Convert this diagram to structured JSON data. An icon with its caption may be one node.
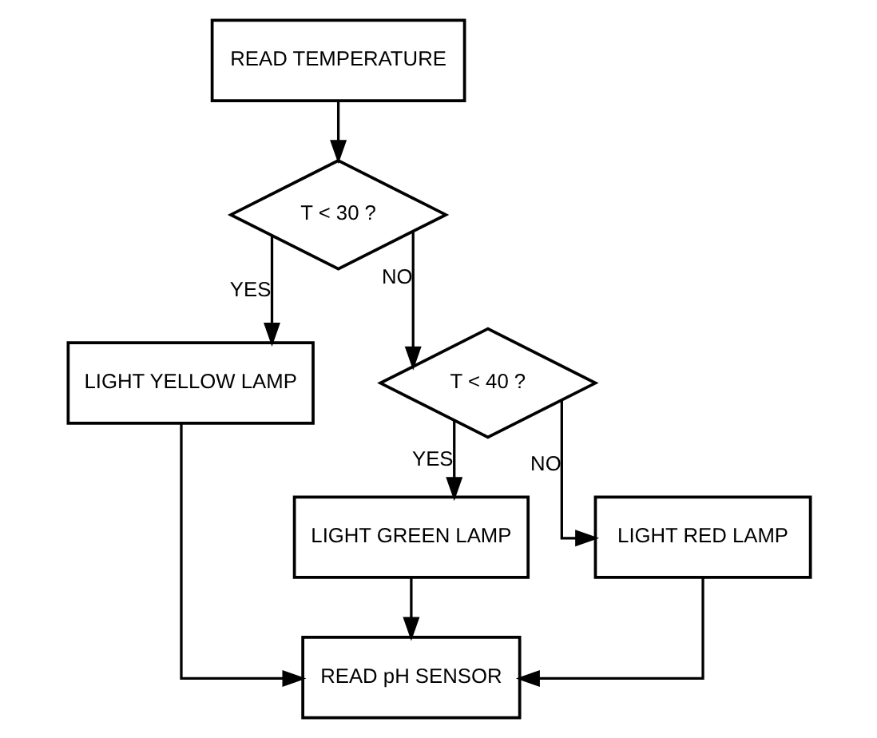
{
  "diagram": {
    "nodes": [
      {
        "text": [
          "READ TEMPERATURE"
        ]
      },
      {
        "text": [
          "T < 30 ?"
        ]
      },
      {
        "text": [
          "LIGHT YELLOW LAMP"
        ]
      },
      {
        "text": [
          "T < 40 ?"
        ]
      },
      {
        "text": [
          "LIGHT GREEN LAMP"
        ]
      },
      {
        "text": [
          "LIGHT RED LAMP"
        ]
      },
      {
        "text": [
          "READ pH SENSOR"
        ]
      }
    ],
    "edges": [
      {
        "from": 0,
        "to": 1,
        "arrow": "to"
      },
      {
        "from": 1,
        "to": 2,
        "arrow": "to",
        "label": "YES"
      },
      {
        "from": 1,
        "to": 3,
        "arrow": "to",
        "label": "NO"
      },
      {
        "from": 3,
        "to": 4,
        "arrow": "to",
        "label": "YES"
      },
      {
        "from": 3,
        "to": 5,
        "arrow": "to",
        "label": "NO"
      },
      {
        "from": 2,
        "to": 6,
        "arrow": "to"
      },
      {
        "from": 4,
        "to": 6,
        "arrow": "to"
      },
      {
        "from": 5,
        "to": 6,
        "arrow": "to"
      }
    ]
  }
}
